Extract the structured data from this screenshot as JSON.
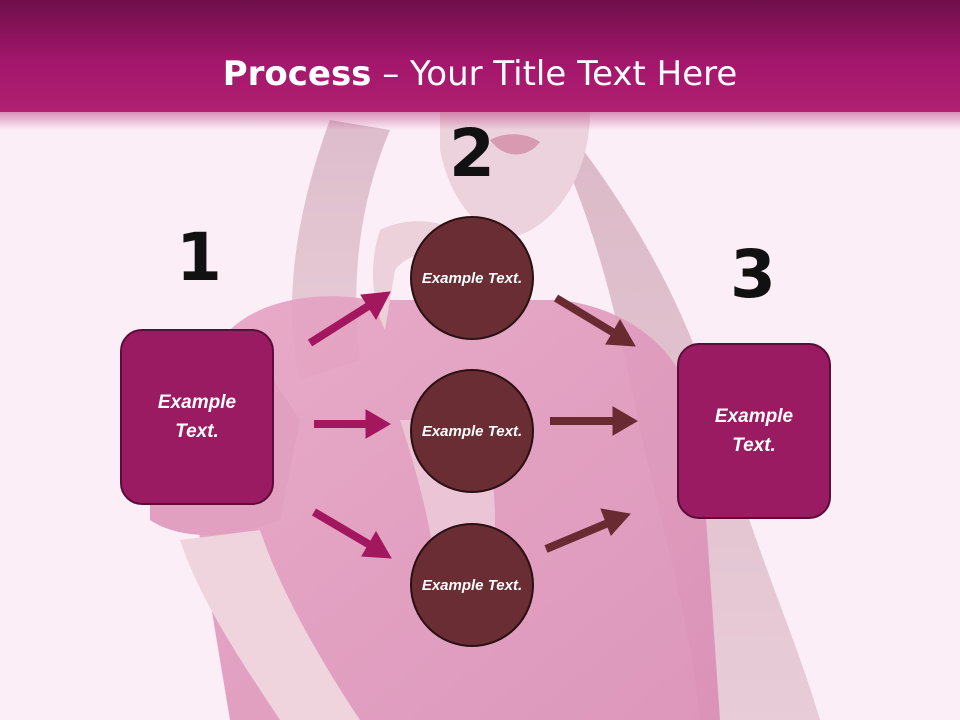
{
  "header": {
    "title_bold": "Process",
    "title_rest": " – Your Title Text Here"
  },
  "steps": {
    "one": "1",
    "two": "2",
    "three": "3"
  },
  "left_box": {
    "label": "Example Text."
  },
  "circles": [
    {
      "label": "Example Text."
    },
    {
      "label": "Example Text."
    },
    {
      "label": "Example Text."
    }
  ],
  "right_box": {
    "label": "Example Text."
  },
  "colors": {
    "header": "#a3166c",
    "box_fill": "#9b1b62",
    "circle_fill": "#6b2d34",
    "arrow_magenta": "#a3175f",
    "arrow_brown": "#6a2a32",
    "background": "#fbeef6"
  }
}
